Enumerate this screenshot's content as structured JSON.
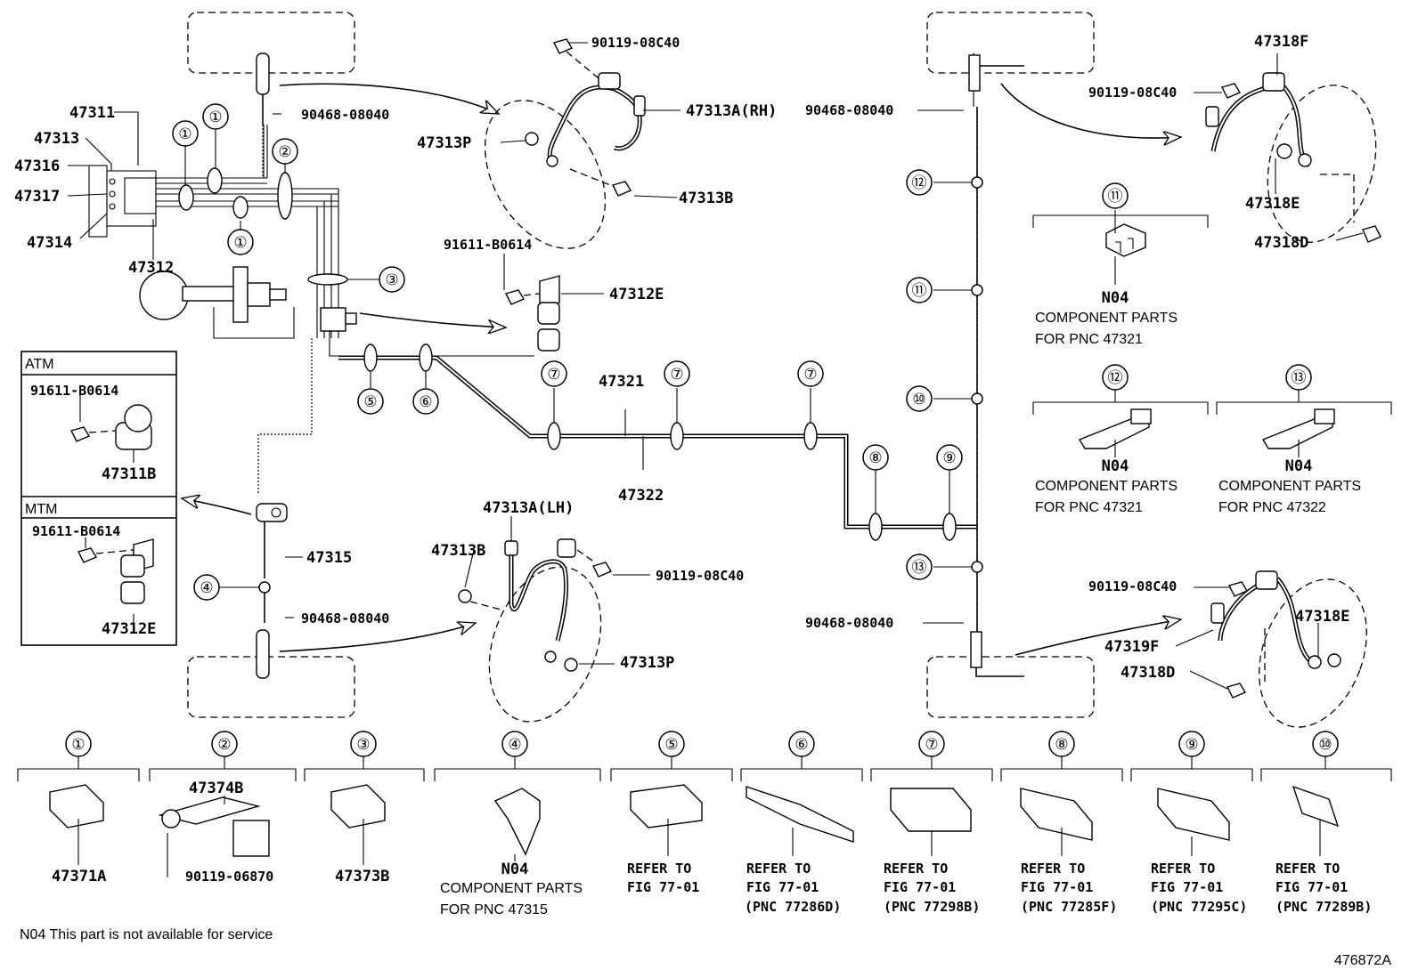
{
  "labels": {
    "p47311": "47311",
    "p47313": "47313",
    "p47316": "47316",
    "p47317": "47317",
    "p47314": "47314",
    "p47312": "47312",
    "p90468_top": "90468-08040",
    "p90119_top": "90119-08C40",
    "p47313A_rh": "47313A(RH)",
    "p47313P_top": "47313P",
    "p47313B_top": "47313B",
    "p91611_mid": "91611-B0614",
    "p47312E_mid": "47312E",
    "p47321": "47321",
    "p47322": "47322",
    "p47315": "47315",
    "p47313A_lh": "47313A(LH)",
    "p47313B_bot": "47313B",
    "p90119_bot": "90119-08C40",
    "p90468_bot": "90468-08040",
    "p47313P_bot": "47313P",
    "p90468_rtop": "90468-08040",
    "p47318F": "47318F",
    "p90119_rtop": "90119-08C40",
    "p47318E_top": "47318E",
    "p47318D_top": "47318D",
    "p90468_rbot": "90468-08040",
    "p90119_rbot": "90119-08C40",
    "p47318E_bot": "47318E",
    "p47319F": "47319F",
    "p47318D_bot": "47318D"
  },
  "inset": {
    "atm_title": "ATM",
    "atm_bolt": "91611-B0614",
    "atm_part": "47311B",
    "mtm_title": "MTM",
    "mtm_bolt": "91611-B0614",
    "mtm_part": "47312E"
  },
  "callouts": {
    "c1": "①",
    "c2": "②",
    "c3": "③",
    "c4": "④",
    "c5": "⑤",
    "c6": "⑥",
    "c7": "⑦",
    "c8": "⑧",
    "c9": "⑨",
    "c10": "⑩",
    "c11": "⑪",
    "c12": "⑫",
    "c13": "⑬"
  },
  "right_clamps": {
    "c11": {
      "code": "N04",
      "line1": "COMPONENT PARTS",
      "line2": "FOR PNC 47321"
    },
    "c12": {
      "code": "N04",
      "line1": "COMPONENT PARTS",
      "line2": "FOR PNC 47321"
    },
    "c13": {
      "code": "N04",
      "line1": "COMPONENT PARTS",
      "line2": "FOR PNC 47322"
    }
  },
  "bottom_row": [
    {
      "num": "①",
      "l1": "47371A"
    },
    {
      "num": "②",
      "top": "47374B",
      "l1": "90119-06870"
    },
    {
      "num": "③",
      "l1": "47373B"
    },
    {
      "num": "④",
      "l1": "N04",
      "l2": "COMPONENT PARTS",
      "l3": "FOR PNC 47315"
    },
    {
      "num": "⑤",
      "l1": "REFER TO",
      "l2": "FIG 77-01"
    },
    {
      "num": "⑥",
      "l1": "REFER TO",
      "l2": "FIG 77-01",
      "l3": "(PNC 77286D)"
    },
    {
      "num": "⑦",
      "l1": "REFER TO",
      "l2": "FIG 77-01",
      "l3": "(PNC 77298B)"
    },
    {
      "num": "⑧",
      "l1": "REFER TO",
      "l2": "FIG 77-01",
      "l3": "(PNC 77285F)"
    },
    {
      "num": "⑨",
      "l1": "REFER TO",
      "l2": "FIG 77-01",
      "l3": "(PNC 77295C)"
    },
    {
      "num": "⑩",
      "l1": "REFER TO",
      "l2": "FIG 77-01",
      "l3": "(PNC 77289B)"
    }
  ],
  "footnote": "N04 This part is not available for service",
  "figure_id": "476872A"
}
